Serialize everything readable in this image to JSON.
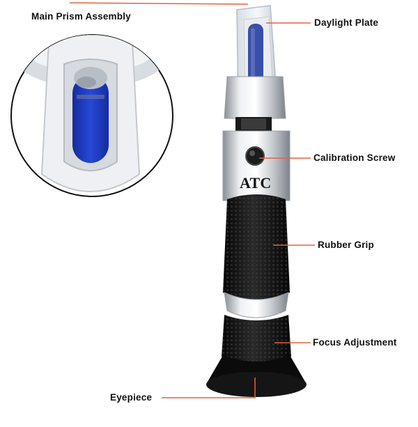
{
  "device": {
    "engraving": "ATC"
  },
  "labels": {
    "main_prism": "Main Prism Assembly",
    "daylight_plate": "Daylight Plate",
    "calibration_screw": "Calibration Screw",
    "rubber_grip": "Rubber Grip",
    "focus_adjustment": "Focus Adjustment",
    "eyepiece": "Eyepiece"
  },
  "colors": {
    "leader_line": "#e8623a",
    "prism_blue": "#1f3fc6",
    "daylight_blue": "#3a4fa8",
    "rubber": "#121212",
    "metal": "#c9cdd2"
  }
}
